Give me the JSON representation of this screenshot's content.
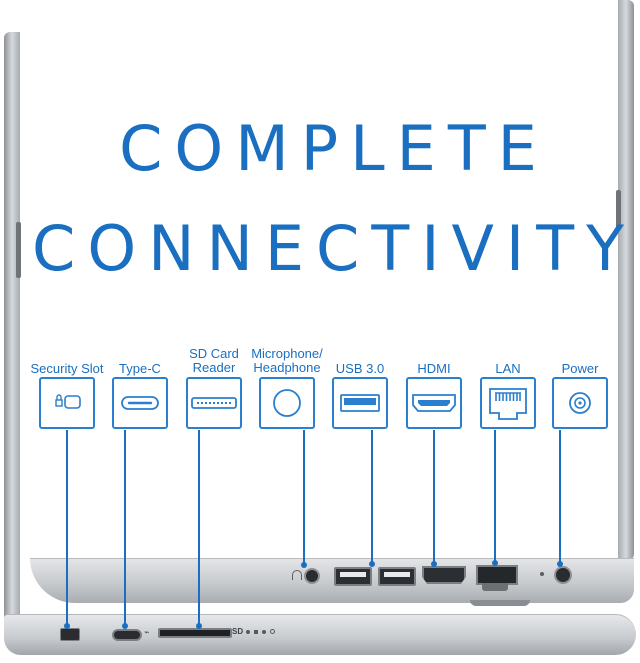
{
  "headline": {
    "line1": "COMPLETE",
    "line2": "CONNECTIVITY"
  },
  "colors": {
    "accent": "#1a6fc0",
    "chassis": "#c9ccd0",
    "chassis_dark": "#9ea2a7",
    "background": "#ffffff"
  },
  "ports": [
    {
      "label": "Security Slot",
      "icon": "security-slot-icon"
    },
    {
      "label": "Type-C",
      "icon": "usb-c-icon"
    },
    {
      "label": "SD Card Reader",
      "icon": "sd-card-reader-icon"
    },
    {
      "label": "Microphone/ Headphone",
      "icon": "audio-jack-icon"
    },
    {
      "label": "USB 3.0",
      "icon": "usb-a-icon"
    },
    {
      "label": "HDMI",
      "icon": "hdmi-icon"
    },
    {
      "label": "LAN",
      "icon": "ethernet-icon"
    },
    {
      "label": "Power",
      "icon": "power-jack-icon"
    }
  ],
  "laptop_markings": {
    "sd_mark": "SD"
  }
}
